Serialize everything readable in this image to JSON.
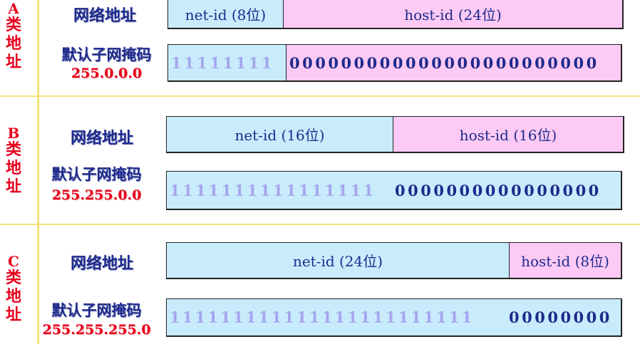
{
  "labels": {
    "network_address": "网络地址",
    "default_mask": "默认子网掩码"
  },
  "colors": {
    "net_fill": "#c8ecfc",
    "host_fill": "#fccaf4",
    "title_blue": "#1e2a8c",
    "mask_red": "#e8001c",
    "divider_yellow": "#f6e27a"
  },
  "classes": [
    {
      "letter": "A",
      "chars": [
        "类",
        "地",
        "址"
      ],
      "net_label": "net-id (8位)",
      "host_label": "host-id (24位)",
      "mask_value": "255.0.0.0",
      "mask_ones": "11111111",
      "mask_zeros": "000000000000000000000000"
    },
    {
      "letter": "B",
      "chars": [
        "类",
        "地",
        "址"
      ],
      "net_label": "net-id (16位)",
      "host_label": "host-id (16位)",
      "mask_value": "255.255.0.0",
      "mask_ones": "1111111111111111",
      "mask_zeros": "0000000000000000"
    },
    {
      "letter": "C",
      "chars": [
        "类",
        "地",
        "址"
      ],
      "net_label": "net-id (24位)",
      "host_label": "host-id (8位)",
      "mask_value": "255.255.255.0",
      "mask_ones": "111111111111111111111111",
      "mask_zeros": "00000000"
    }
  ]
}
